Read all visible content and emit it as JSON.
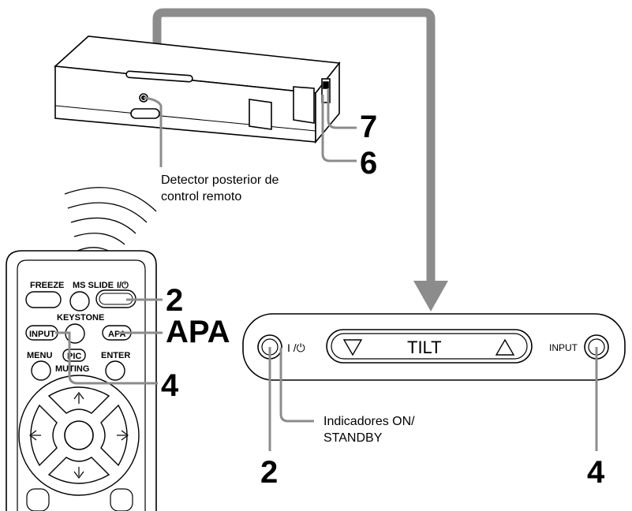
{
  "callouts": {
    "rear_detector_line1": "Detector posterior de",
    "rear_detector_line2": "control remoto",
    "indicators_line1": "Indicadores ON/",
    "indicators_line2": "STANDBY"
  },
  "numbers": {
    "n7": "7",
    "n6": "6",
    "remote_power": "2",
    "remote_apa": "APA",
    "remote_input": "4",
    "panel_power": "2",
    "panel_input": "4"
  },
  "remote": {
    "freeze": "FREEZE",
    "ms_slide": "MS SLIDE",
    "power_symbol": "I/⏻",
    "keystone": "KEYSTONE",
    "input": "INPUT",
    "apa": "APA",
    "menu": "MENU",
    "pic": "PIC",
    "enter": "ENTER",
    "muting": "MUTING"
  },
  "panel": {
    "power_label": "I /⏻",
    "tilt": "TILT",
    "input": "INPUT"
  },
  "colors": {
    "arrow": "#8c8c8c",
    "leader": "#8c8c8c",
    "outline": "#000000"
  }
}
